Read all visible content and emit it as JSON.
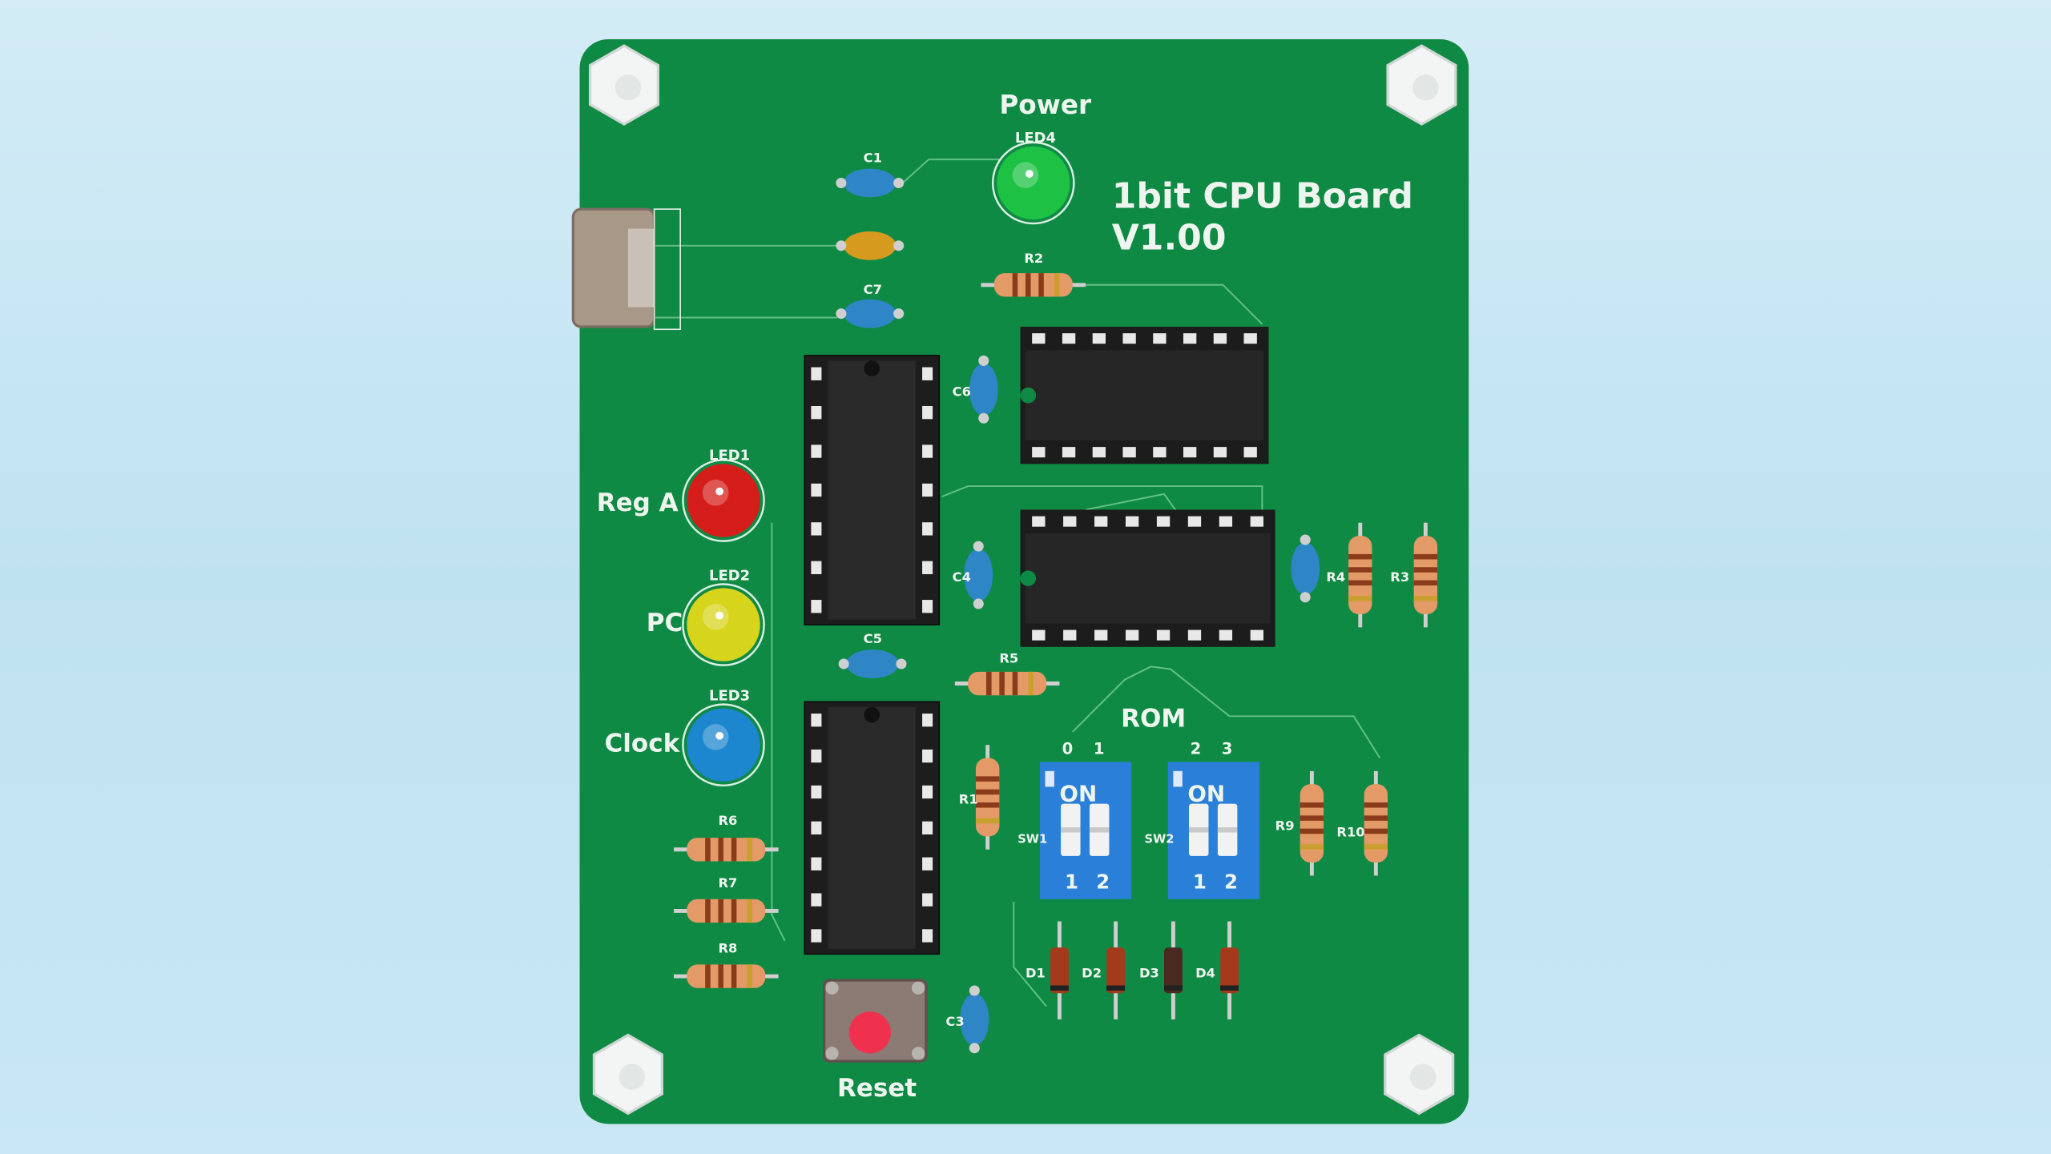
{
  "board": {
    "title": "1bit CPU Board",
    "version": "V1.00",
    "color": "#0f8a45"
  },
  "labels": {
    "power": "Power",
    "led4": "LED4",
    "reg_a": "Reg A",
    "led1": "LED1",
    "pc": "PC",
    "led2": "LED2",
    "clock": "Clock",
    "led3": "LED3",
    "rom": "ROM",
    "reset": "Reset",
    "rom_bits": [
      "0",
      "1",
      "2",
      "3"
    ],
    "dip_on": "ON",
    "dip_pos": [
      "1",
      "2"
    ],
    "resistors": [
      "R2",
      "R5",
      "R6",
      "R7",
      "R8",
      "R1",
      "R9",
      "R10",
      "R4",
      "R3"
    ],
    "caps": [
      "C1",
      "C7",
      "C6",
      "C4",
      "C5",
      "C3"
    ],
    "diodes": [
      "D1",
      "D2",
      "D3",
      "D4"
    ],
    "switches": [
      "SW1",
      "SW2"
    ]
  },
  "colors": {
    "led_power": "#1fc443",
    "led_reg_a": "#e01818",
    "led_pc": "#e3d81a",
    "led_clock": "#1d86d6",
    "dip": "#2a80d8",
    "reset_button": "#f0314e"
  }
}
